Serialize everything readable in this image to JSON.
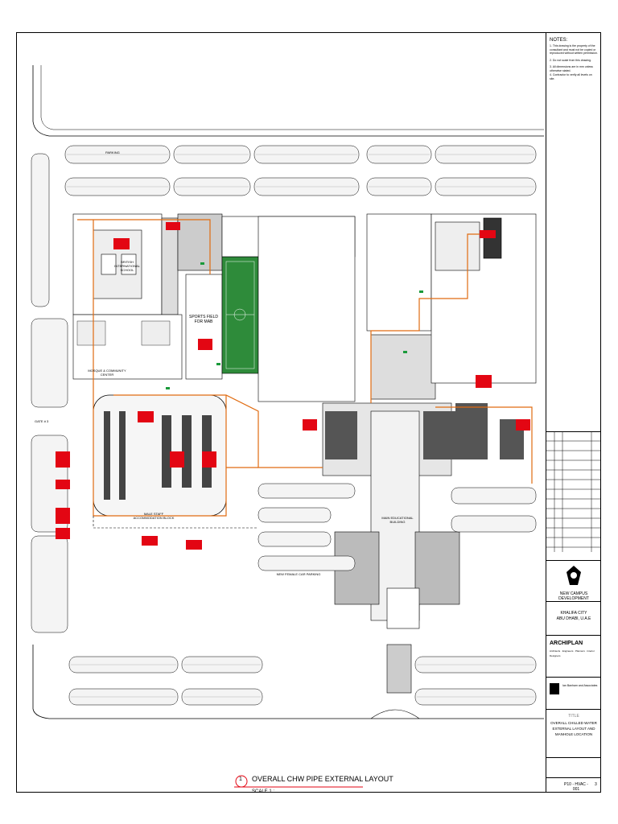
{
  "notes": {
    "heading": "NOTES:",
    "items": [
      "1. This drawing is the property of the consultant and must not be copied or reproduced without written permission.",
      "2. Do not scale from this drawing.",
      "3. All dimensions are in mm unless otherwise stated.",
      "4. Contractor to verify all levels on site."
    ]
  },
  "site_labels": {
    "school": "BRITISH INTERNATIONAL SCHOOL",
    "sports_field": "SPORTS FIELD FOR MAB",
    "mosque": "MOSQUE & COMMUNITY CENTER",
    "gate": "GATE # 3",
    "main_building": "MAIN EDUCATIONAL BUILDING",
    "parking": "PARKING",
    "new_female_parking": "NEW FEMALE CAR PARKING",
    "male_staff": "MALE STAFF ACCOMMODATION BLOCK"
  },
  "drawing_title": {
    "number": "1",
    "title": "OVERALL CHW PIPE EXTERNAL LAYOUT",
    "scale": "SCALE 1 :"
  },
  "title_block": {
    "project": "NEW CAMPUS DEVELOPMENT",
    "location_line1": "KHALIFA CITY",
    "location_line2": "ABU DHABI, U.A.E",
    "consultant": "ARCHIPLAN",
    "consultant_sub": "Architects · Engineers · Planners · Interior Designers",
    "associate": "Ian Banham and Associates",
    "sheet_title_label": "TITLE",
    "sheet_title": "OVERALL CHILLED WATER EXTERNAL LAYOUT AND MANHOLE LOCATION",
    "drawing_no": "P10 - HVAC - 001",
    "revision": "3"
  },
  "colors": {
    "chw_pipe": "#e06b10",
    "label_box": "#e30613",
    "field_green": "#2e8b3a",
    "ink": "#000000"
  }
}
